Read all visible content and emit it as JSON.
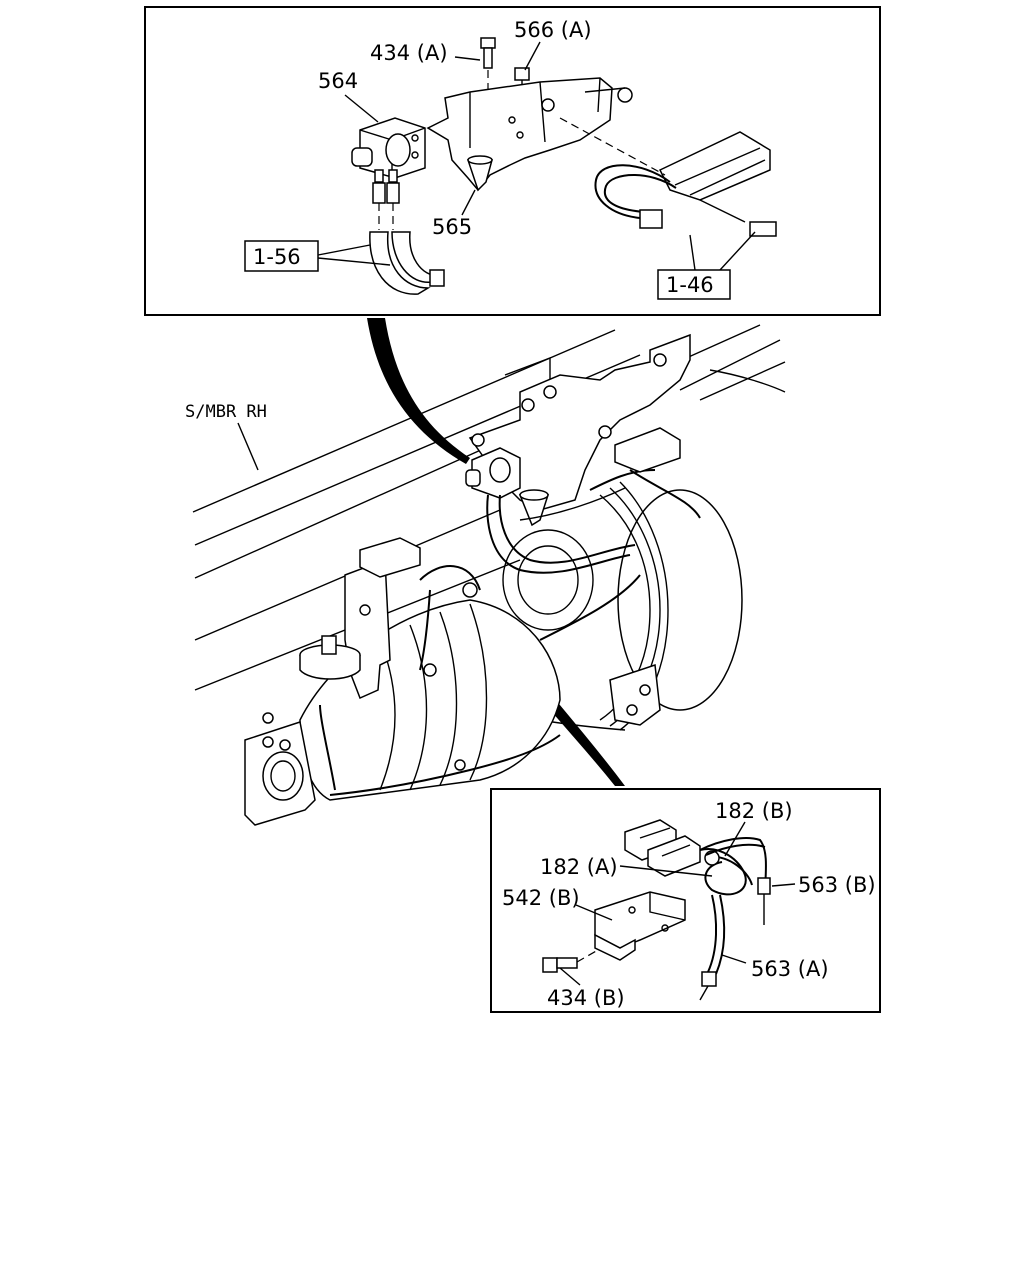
{
  "labels": {
    "l434a": "434 (A)",
    "l566a": "566 (A)",
    "l564": "564",
    "l565": "565",
    "l156": "1-56",
    "l146": "1-46",
    "lsmbr": "S/MBR  RH",
    "l182b": "182 (B)",
    "l182a": "182 (A)",
    "l542b": "542 (B)",
    "l563b": "563 (B)",
    "l563a": "563 (A)",
    "l434b": "434 (B)"
  }
}
